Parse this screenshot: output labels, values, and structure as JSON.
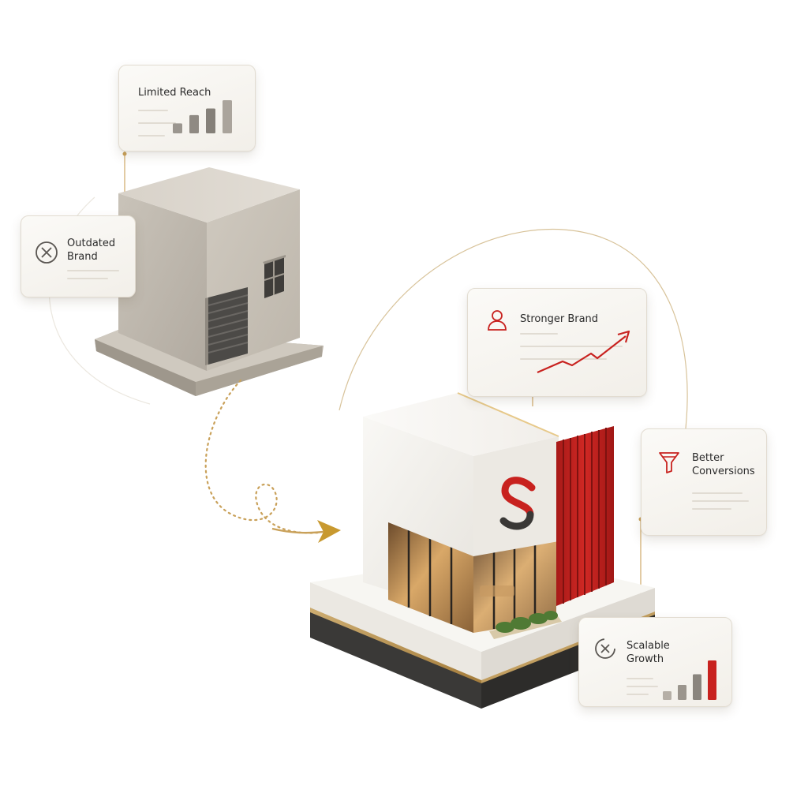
{
  "cards": {
    "limited_reach": {
      "title": "Limited Reach",
      "bars": [
        0.3,
        0.55,
        0.75,
        1.0
      ]
    },
    "outdated_brand": {
      "title_lines": [
        "Outdated",
        "Brand"
      ],
      "icon": "circle-x-icon"
    },
    "stronger_brand": {
      "title": "Stronger Brand",
      "icon": "person-icon"
    },
    "better_conversions": {
      "title_lines": [
        "Better",
        "Conversions"
      ],
      "icon": "funnel-icon"
    },
    "scalable_growth": {
      "title_lines": [
        "Scalable",
        "Growth"
      ],
      "icon": "growth-icon",
      "bars": [
        0.22,
        0.38,
        0.65,
        1.0
      ]
    }
  },
  "logo": {
    "letter": "S"
  },
  "colors": {
    "accent_red": "#c8221f",
    "gold": "#c9a15a",
    "concrete": "#c7c1b7",
    "white_building": "#f4f2ee",
    "dark_base": "#3c3b39",
    "grey_bar": "#8e8a84"
  }
}
